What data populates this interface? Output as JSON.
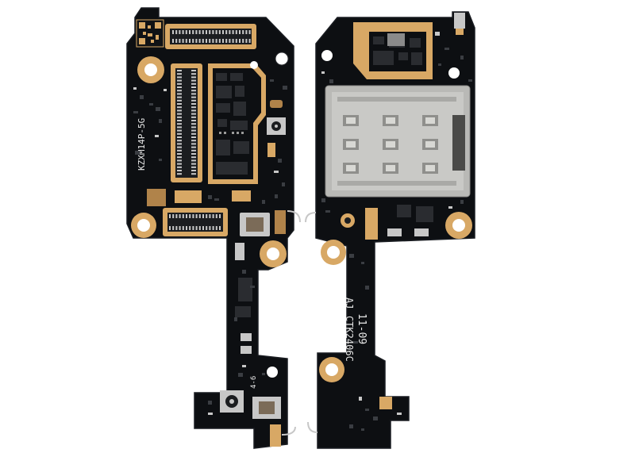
{
  "colors": {
    "background": "#ffffff",
    "board": "#0d0f12",
    "board_edge": "#1a1d22",
    "gold": "#d8a865",
    "gold_dark": "#b0834a",
    "silkscreen": "#e8e8e8",
    "component": "#2a2c30",
    "sim_tray": "#b9b9b6",
    "antenna_contact": "#c7c7c7"
  },
  "left_board": {
    "silkscreen_model": "KZXM14P-5G",
    "silkscreen_small": "4-6"
  },
  "right_board": {
    "silkscreen_date": "11-09",
    "silkscreen_part": "CTK2406C",
    "silkscreen_prefix": "AJ"
  }
}
